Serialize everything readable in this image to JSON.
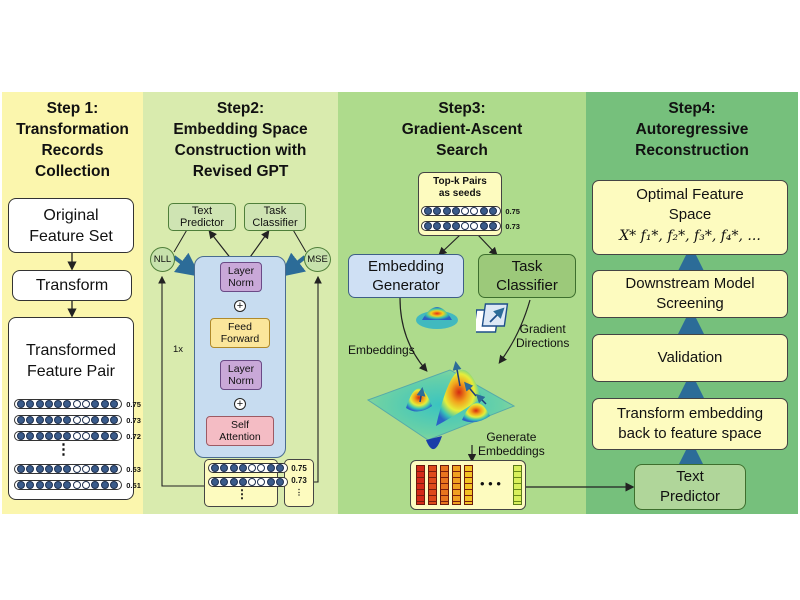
{
  "step1": {
    "title": [
      "Step 1:",
      "Transformation",
      "Records",
      "Collection"
    ],
    "original_feature_set": [
      "Original",
      "Feature Set"
    ],
    "transform": "Transform",
    "transformed_feature_pair": [
      "Transformed",
      "Feature Pair"
    ],
    "scores": [
      "0.75",
      "0.73",
      "0.72",
      "0.53",
      "0.51"
    ],
    "ellipsis": "⋮"
  },
  "step2": {
    "title": [
      "Step2:",
      "Embedding Space",
      "Construction with",
      "Revised GPT"
    ],
    "text_predictor": [
      "Text",
      "Predictor"
    ],
    "task_classifier": [
      "Task",
      "Classifier"
    ],
    "nll": "NLL",
    "mse": "MSE",
    "layer_norm_top": [
      "Layer",
      "Norm"
    ],
    "feed_forward": [
      "Feed",
      "Forward"
    ],
    "layer_norm_bottom": [
      "Layer",
      "Norm"
    ],
    "self_attention": [
      "Self",
      "Attention"
    ],
    "repeat": "1x",
    "plus": "+",
    "scores": [
      "0.75",
      "0.73",
      "⋮"
    ]
  },
  "step3": {
    "title": [
      "Step3:",
      "Gradient-Ascent",
      "Search"
    ],
    "topk": [
      "Top-k Pairs",
      "as seeds"
    ],
    "topk_scores": [
      "0.75",
      "0.73"
    ],
    "embedding_generator": [
      "Embedding",
      "Generator"
    ],
    "task_classifier": [
      "Task",
      "Classifier"
    ],
    "embeddings_label": "Embeddings",
    "gradient_directions": [
      "Gradient",
      "Directions"
    ],
    "generate_embeddings": [
      "Generate",
      "Embeddings"
    ]
  },
  "step4": {
    "title": [
      "Step4:",
      "Autoregressive",
      "Reconstruction"
    ],
    "optimal_feature_space": [
      "Optimal Feature",
      "Space"
    ],
    "formula": "X*  f₁*, f₂*, f₃*, f₄*, ...",
    "downstream_model": [
      "Downstream Model",
      "Screening"
    ],
    "validation": "Validation",
    "transform_embedding": [
      "Transform embedding",
      "back to feature space"
    ],
    "text_predictor": [
      "Text",
      "Predictor"
    ]
  },
  "colors": {
    "panel1": "#fbf6ad",
    "panel2": "#d9ebae",
    "panel3": "#aedb8c",
    "panel4": "#76c07c",
    "arrow_blue": "#2c6c98"
  }
}
